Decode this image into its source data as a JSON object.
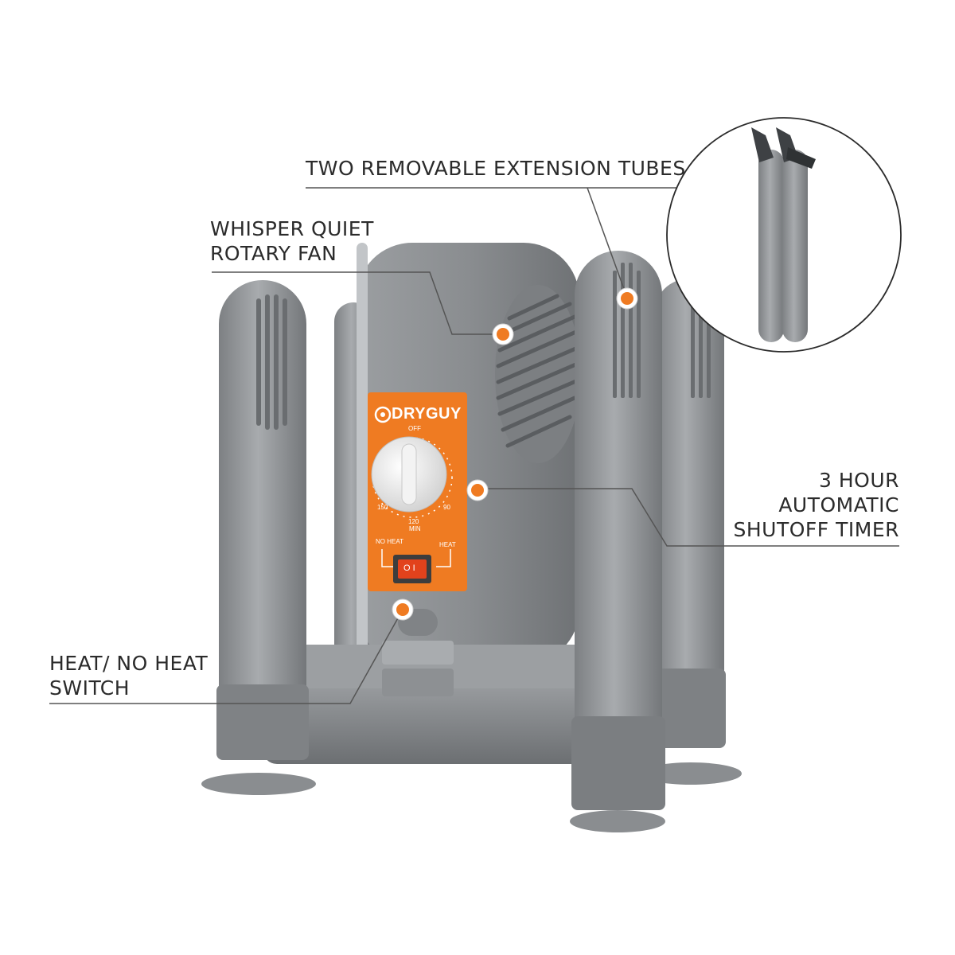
{
  "colors": {
    "accent": "#ef7b22",
    "body_gray": "#8a8d90",
    "body_light": "#a4a7aa",
    "body_dark": "#6f7275",
    "line": "#555555"
  },
  "callouts": {
    "tubes": {
      "line1": "TWO REMOVABLE EXTENSION TUBES"
    },
    "fan": {
      "line1": "WHISPER QUIET",
      "line2": "ROTARY FAN"
    },
    "timer": {
      "line1": "3 HOUR",
      "line2": "AUTOMATIC",
      "line3": "SHUTOFF TIMER"
    },
    "switch": {
      "line1": "HEAT/ NO HEAT",
      "line2": "SWITCH"
    }
  },
  "panel": {
    "brand": "DRYGUY",
    "off": "OFF",
    "t150": "150",
    "t120": "120",
    "min": "MIN",
    "t90": "90",
    "no_heat": "NO HEAT",
    "heat": "HEAT",
    "switch_glyphs": "O I"
  },
  "icons": {
    "logo": "dryguy-logo-icon",
    "inset": "extension-tubes-inset"
  }
}
